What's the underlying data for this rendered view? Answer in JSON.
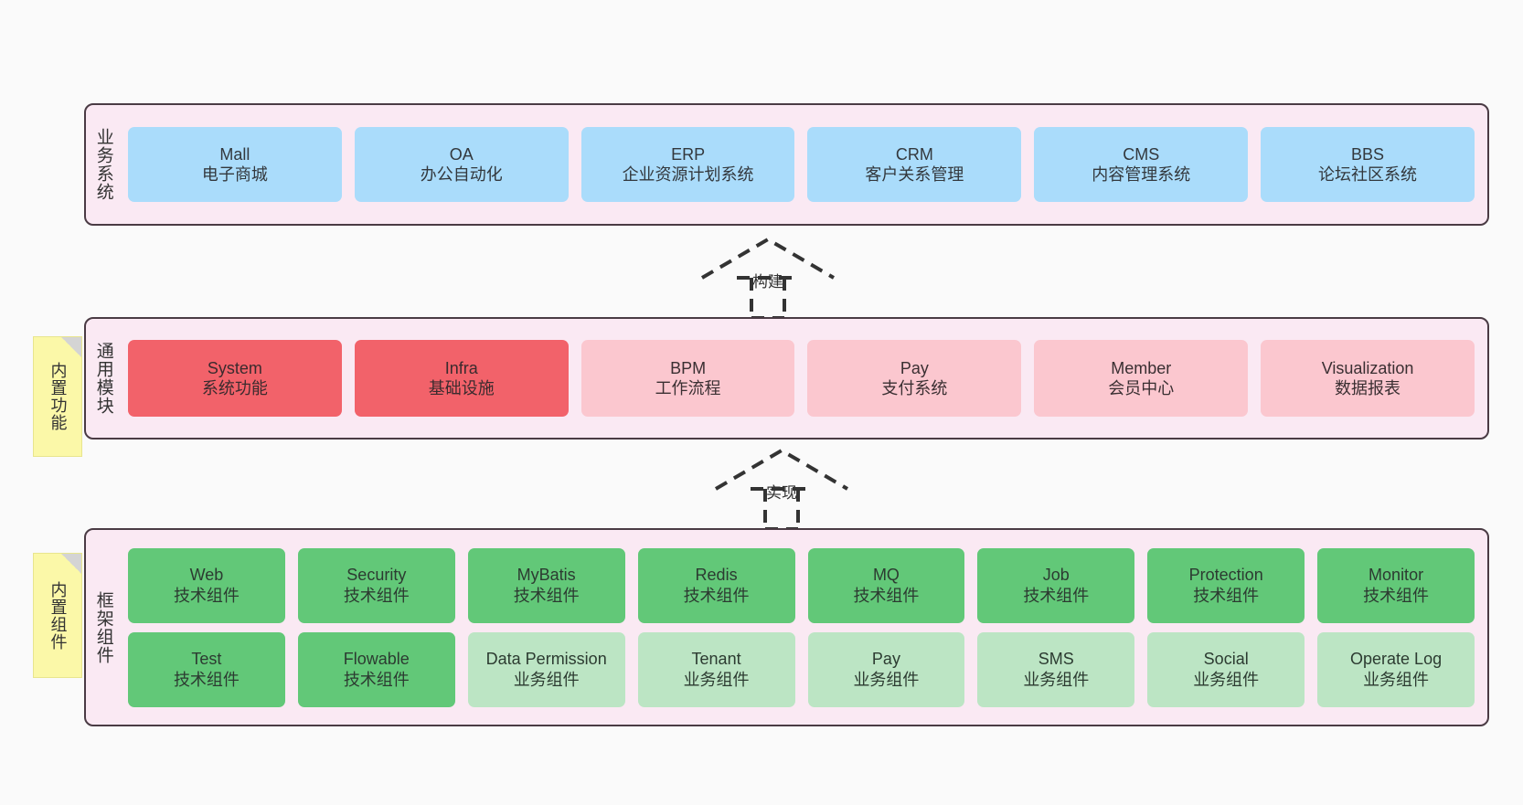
{
  "diagram": {
    "background_color": "#fafafa",
    "panel_color": "#fae9f3",
    "panel_border_color": "#4a3b44",
    "note_color": "#fbf8a8"
  },
  "layers": {
    "business": {
      "title": "业务系统",
      "boxes": [
        {
          "name": "Mall",
          "desc": "电子商城",
          "color": "#aadcfb"
        },
        {
          "name": "OA",
          "desc": "办公自动化",
          "color": "#aadcfb"
        },
        {
          "name": "ERP",
          "desc": "企业资源计划系统",
          "color": "#aadcfb"
        },
        {
          "name": "CRM",
          "desc": "客户关系管理",
          "color": "#aadcfb"
        },
        {
          "name": "CMS",
          "desc": "内容管理系统",
          "color": "#aadcfb"
        },
        {
          "name": "BBS",
          "desc": "论坛社区系统",
          "color": "#aadcfb"
        }
      ]
    },
    "modules": {
      "title": "通用模块",
      "note": "内置功能",
      "boxes": [
        {
          "name": "System",
          "desc": "系统功能",
          "color": "#f2626a"
        },
        {
          "name": "Infra",
          "desc": "基础设施",
          "color": "#f2626a"
        },
        {
          "name": "BPM",
          "desc": "工作流程",
          "color": "#fbc7cf"
        },
        {
          "name": "Pay",
          "desc": "支付系统",
          "color": "#fbc7cf"
        },
        {
          "name": "Member",
          "desc": "会员中心",
          "color": "#fbc7cf"
        },
        {
          "name": "Visualization",
          "desc": "数据报表",
          "color": "#fbc7cf"
        }
      ]
    },
    "framework": {
      "title": "框架组件",
      "note": "内置组件",
      "row1": [
        {
          "name": "Web",
          "desc": "技术组件",
          "color": "#62c878"
        },
        {
          "name": "Security",
          "desc": "技术组件",
          "color": "#62c878"
        },
        {
          "name": "MyBatis",
          "desc": "技术组件",
          "color": "#62c878"
        },
        {
          "name": "Redis",
          "desc": "技术组件",
          "color": "#62c878"
        },
        {
          "name": "MQ",
          "desc": "技术组件",
          "color": "#62c878"
        },
        {
          "name": "Job",
          "desc": "技术组件",
          "color": "#62c878"
        },
        {
          "name": "Protection",
          "desc": "技术组件",
          "color": "#62c878"
        },
        {
          "name": "Monitor",
          "desc": "技术组件",
          "color": "#62c878"
        }
      ],
      "row2": [
        {
          "name": "Test",
          "desc": "技术组件",
          "color": "#62c878"
        },
        {
          "name": "Flowable",
          "desc": "技术组件",
          "color": "#62c878"
        },
        {
          "name": "Data Permission",
          "desc": "业务组件",
          "color": "#bce5c4"
        },
        {
          "name": "Tenant",
          "desc": "业务组件",
          "color": "#bce5c4"
        },
        {
          "name": "Pay",
          "desc": "业务组件",
          "color": "#bce5c4"
        },
        {
          "name": "SMS",
          "desc": "业务组件",
          "color": "#bce5c4"
        },
        {
          "name": "Social",
          "desc": "业务组件",
          "color": "#bce5c4"
        },
        {
          "name": "Operate Log",
          "desc": "业务组件",
          "color": "#bce5c4"
        }
      ]
    }
  },
  "connectors": [
    {
      "label": "构建",
      "from": "通用模块",
      "to": "业务系统",
      "style": "dashed-generalization"
    },
    {
      "label": "实现",
      "from": "框架组件",
      "to": "通用模块",
      "style": "dashed-generalization"
    }
  ]
}
